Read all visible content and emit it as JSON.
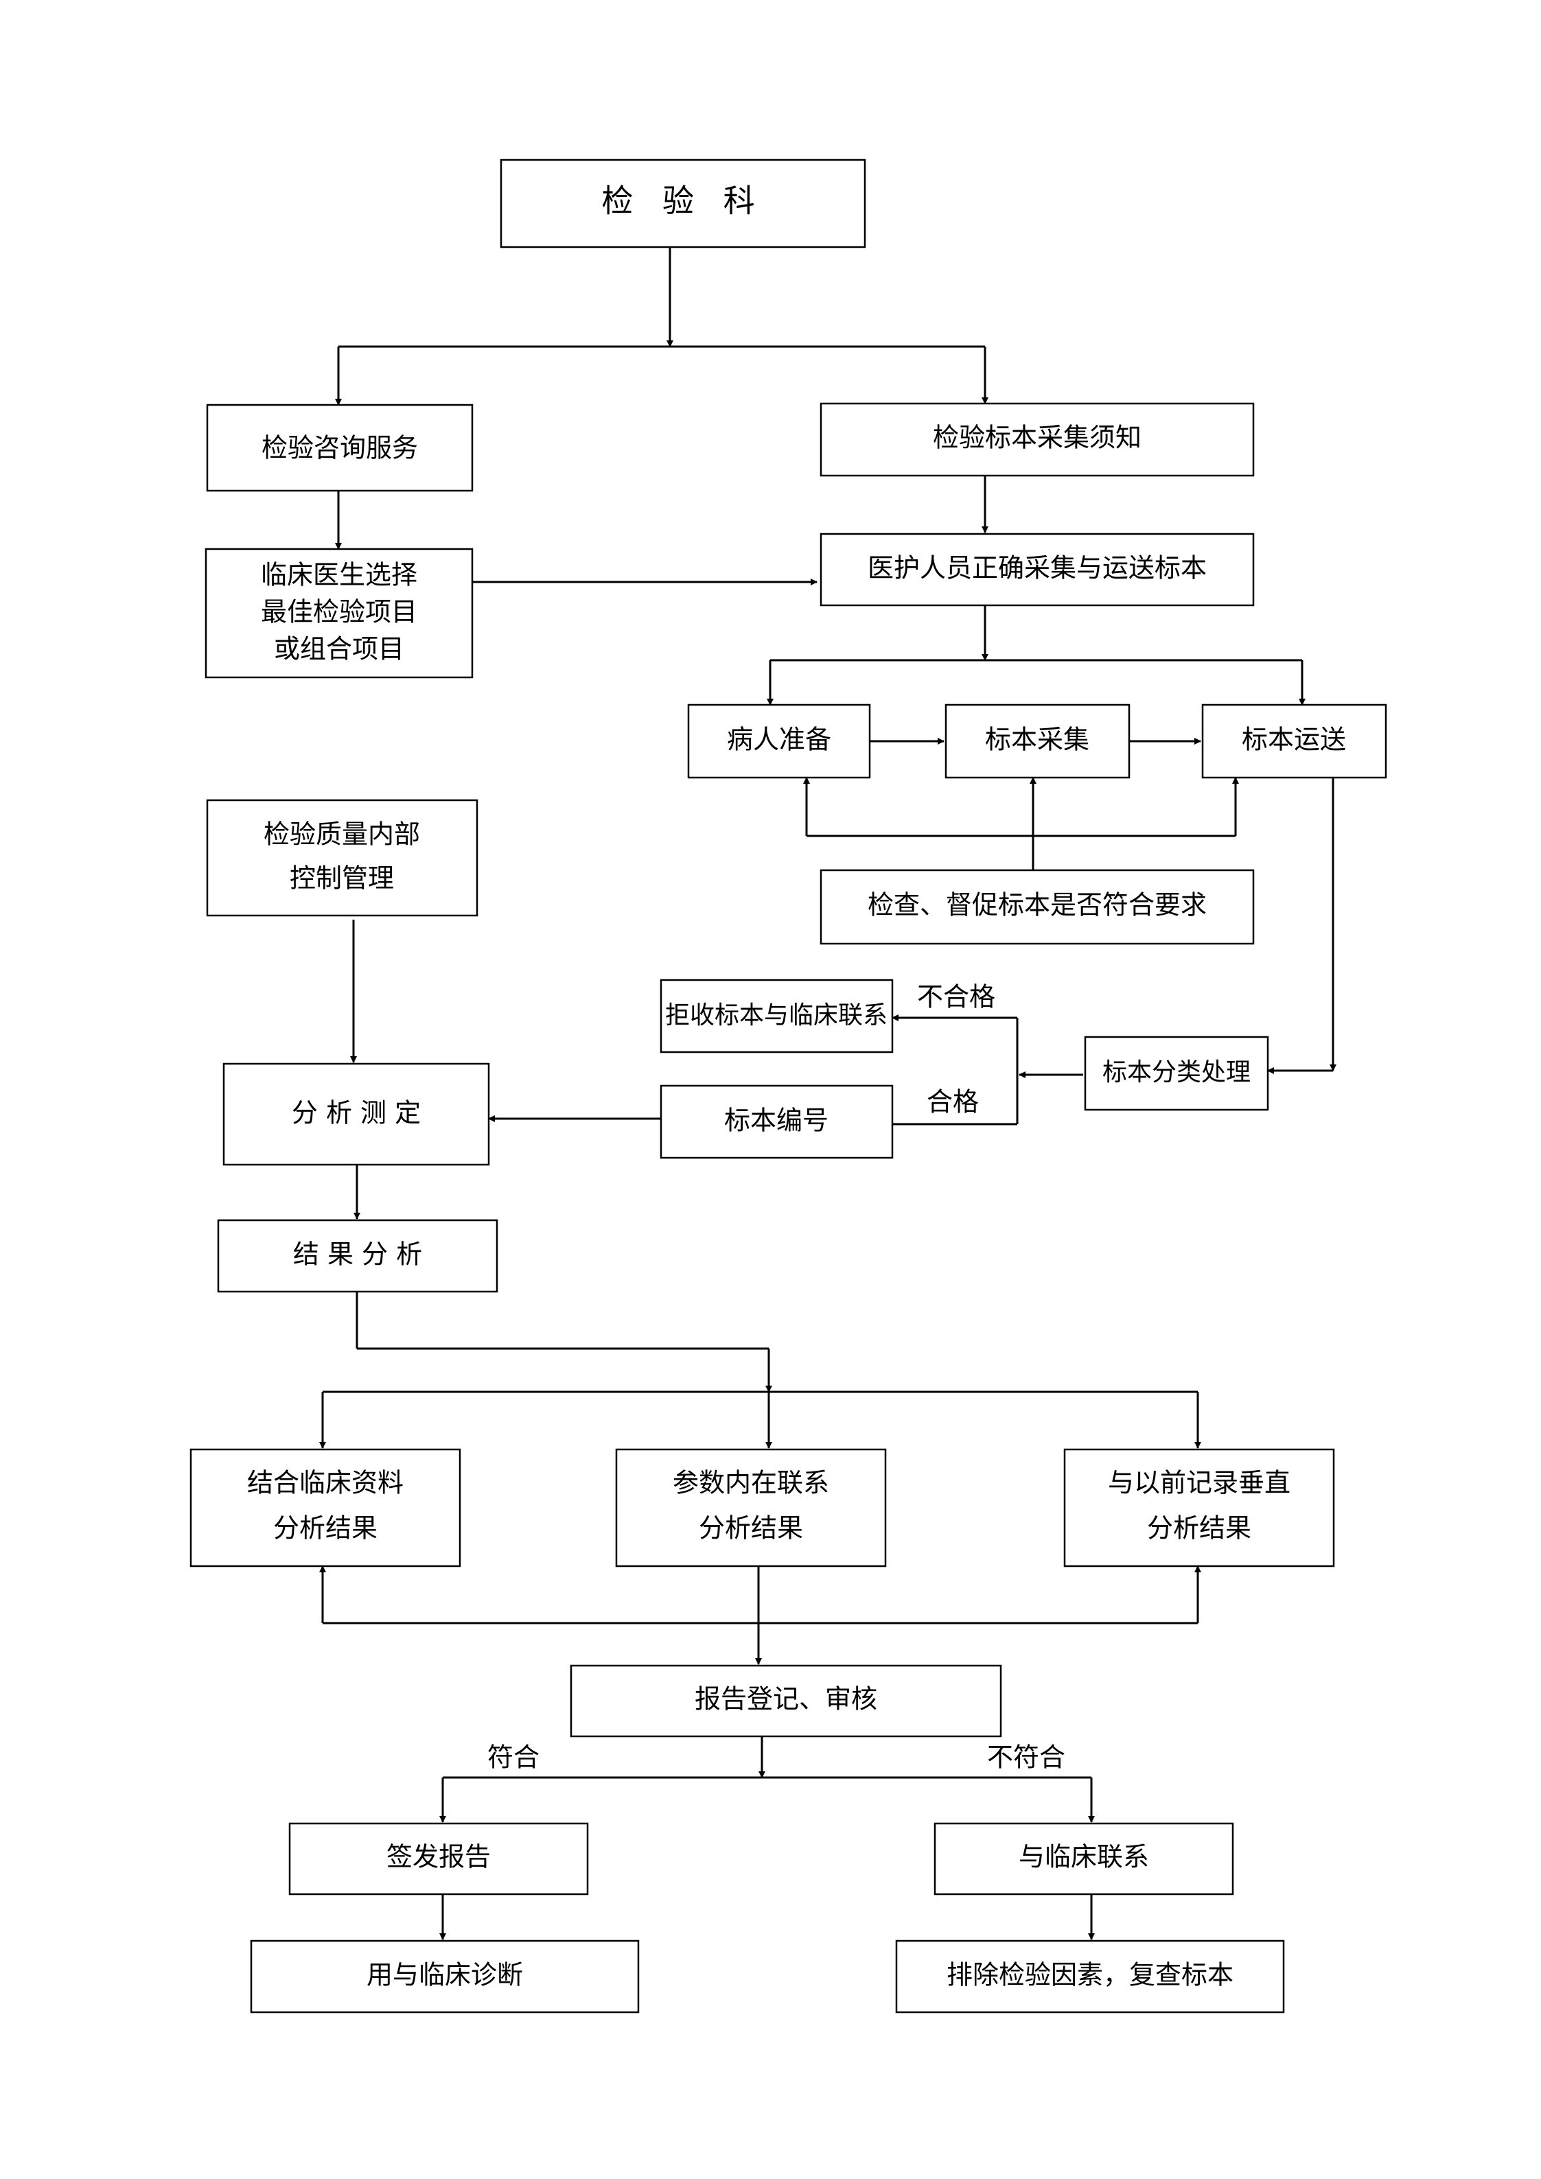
{
  "nodes": {
    "title": "检 验 科",
    "consult": "检验咨询服务",
    "notice": "检验标本采集须知",
    "choose_1": "临床医生选择",
    "choose_2": "最佳检验项目",
    "choose_3": "或组合项目",
    "staff": "医护人员正确采集与运送标本",
    "patient_prep": "病人准备",
    "collect": "标本采集",
    "transport": "标本运送",
    "check": "检查、督促标本是否符合要求",
    "qc_1": "检验质量内部",
    "qc_2": "控制管理",
    "reject": "拒收标本与临床联系",
    "classify": "标本分类处理",
    "numbering": "标本编号",
    "analyze": "分 析 测 定",
    "result": "结 果 分 析",
    "clinical_1": "结合临床资料",
    "clinical_2": "分析结果",
    "param_1": "参数内在联系",
    "param_2": "分析结果",
    "history_1": "与以前记录垂直",
    "history_2": "分析结果",
    "report": "报告登记、审核",
    "issue": "签发报告",
    "contact": "与临床联系",
    "diagnose": "用与临床诊断",
    "recheck": "排除检验因素，复查标本"
  },
  "edge_labels": {
    "unqualified": "不合格",
    "qualified": "合格",
    "conform": "符合",
    "nonconform": "不符合"
  }
}
